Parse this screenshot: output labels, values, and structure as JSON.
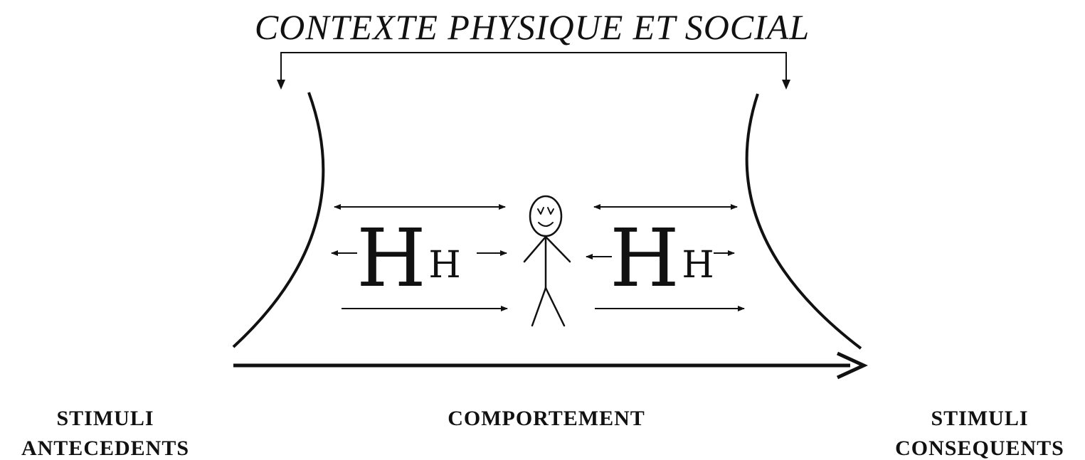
{
  "diagram": {
    "title": "CONTEXTE PHYSIQUE ET SOCIAL",
    "left_block": {
      "big_letter": "H",
      "small_letter": "H"
    },
    "right_block": {
      "big_letter": "H",
      "small_letter": "H"
    },
    "labels": {
      "left_line1": "STIMULI",
      "left_line2": "ANTECEDENTS",
      "center": "COMPORTEMENT",
      "right_line1": "STIMULI",
      "right_line2": "CONSEQUENTS"
    }
  }
}
